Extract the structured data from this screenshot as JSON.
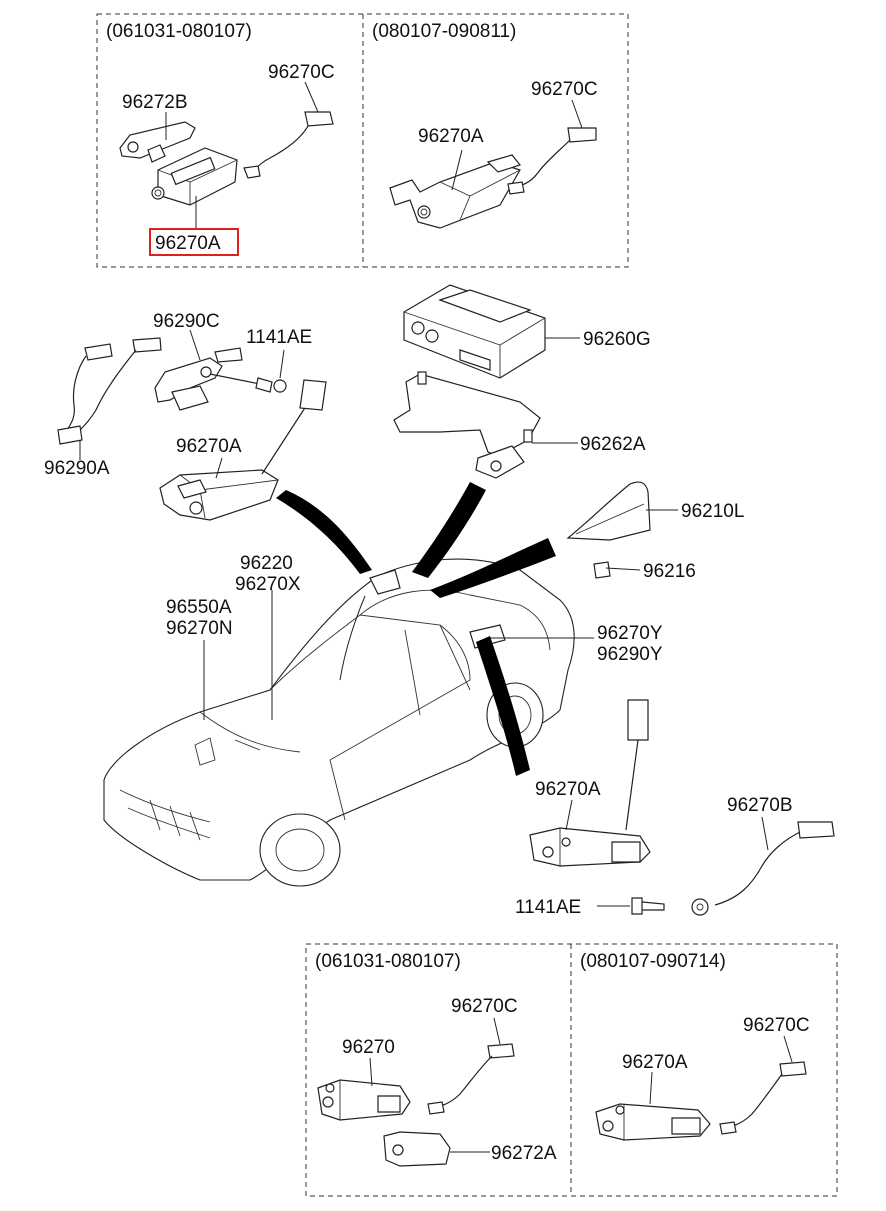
{
  "boxes": {
    "top_left": {
      "period": "(061031-080107)"
    },
    "top_right": {
      "period": "(080107-090811)"
    },
    "bottom_left": {
      "period": "(061031-080107)"
    },
    "bottom_right": {
      "period": "(080107-090714)"
    }
  },
  "labels": {
    "tl_96270C": "96270C",
    "tl_96272B": "96272B",
    "tl_96270A_highlighted": "96270A",
    "tr_96270C": "96270C",
    "tr_96270A": "96270A",
    "m_96290C": "96290C",
    "m_1141AE": "1141AE",
    "m_96290A": "96290A",
    "m_96270A": "96270A",
    "m_96260G": "96260G",
    "m_96262A": "96262A",
    "m_96210L": "96210L",
    "m_96216": "96216",
    "car_96220": "96220",
    "car_96270X": "96270X",
    "car_96550A": "96550A",
    "car_96270N": "96270N",
    "car_96270Y": "96270Y",
    "car_96290Y": "96290Y",
    "lr_96270A": "96270A",
    "lr_96270B": "96270B",
    "lr_1141AE": "1141AE",
    "bl_96270C": "96270C",
    "bl_96270": "96270",
    "bl_96272A": "96272A",
    "br_96270C": "96270C",
    "br_96270A": "96270A"
  },
  "highlight_color": "#e0201c"
}
